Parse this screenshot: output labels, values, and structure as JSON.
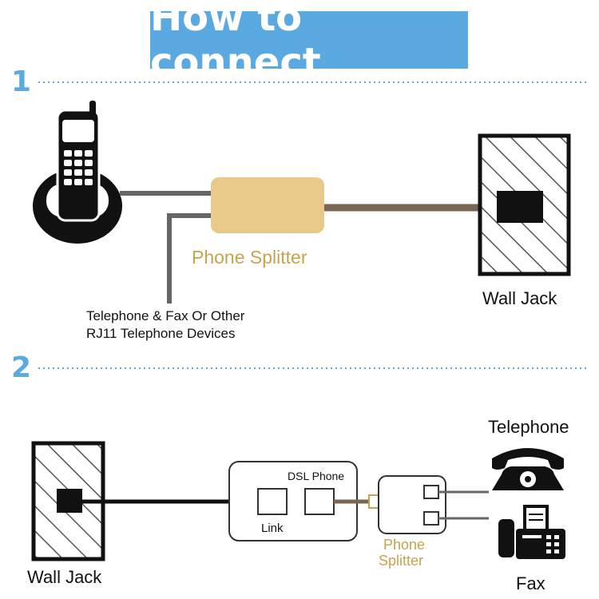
{
  "title": "How to connect",
  "colors": {
    "accent": "#5aa9e1",
    "splitter": "#e8c98a",
    "splitter_label": "#c9a24c",
    "cord_brown": "#7a6552",
    "cord_gray": "#666666"
  },
  "steps": [
    {
      "number": "1",
      "splitter_label": "Phone Splitter",
      "wall_jack_label": "Wall Jack",
      "devices_label_line1": "Telephone & Fax Or Other",
      "devices_label_line2": "RJ11 Telephone Devices",
      "icons": [
        "cordless-phone-icon",
        "wall-jack-icon"
      ]
    },
    {
      "number": "2",
      "wall_jack_label": "Wall Jack",
      "dsl_filter_label": "DSL Phone",
      "link_label": "Link",
      "splitter_label_line1": "Phone",
      "splitter_label_line2": "Splitter",
      "telephone_label": "Telephone",
      "fax_label": "Fax",
      "icons": [
        "wall-jack-icon",
        "telephone-icon",
        "fax-icon"
      ]
    }
  ]
}
